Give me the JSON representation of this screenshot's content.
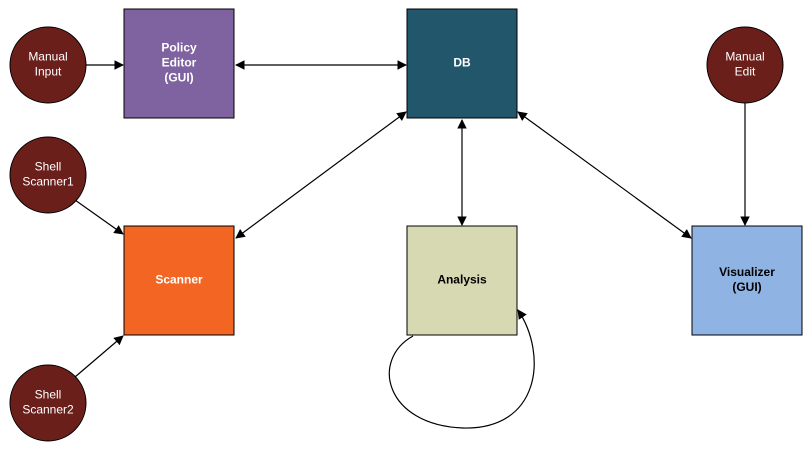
{
  "nodes": {
    "manual_input": {
      "lines": [
        "Manual",
        "Input"
      ],
      "color": "#6b1f1b"
    },
    "policy_editor": {
      "lines": [
        "Policy",
        "Editor",
        "(GUI)"
      ],
      "color": "#7f63a1",
      "text_color": "#ffffff"
    },
    "db": {
      "lines": [
        "DB"
      ],
      "color": "#21566b",
      "text_color": "#ffffff"
    },
    "manual_edit": {
      "lines": [
        "Manual",
        "Edit"
      ],
      "color": "#6b1f1b"
    },
    "shell_scanner1": {
      "lines": [
        "Shell",
        "Scanner1"
      ],
      "color": "#6b1f1b"
    },
    "scanner": {
      "lines": [
        "Scanner"
      ],
      "color": "#f26522",
      "text_color": "#ffffff"
    },
    "analysis": {
      "lines": [
        "Analysis"
      ],
      "color": "#d6d9b2",
      "text_color": "#000000"
    },
    "visualizer": {
      "lines": [
        "Visualizer",
        "(GUI)"
      ],
      "color": "#8fb3e3",
      "text_color": "#000000"
    },
    "shell_scanner2": {
      "lines": [
        "Shell",
        "Scanner2"
      ],
      "color": "#6b1f1b"
    }
  },
  "edges": [
    {
      "from": "manual_input",
      "to": "policy_editor",
      "direction": "forward"
    },
    {
      "from": "policy_editor",
      "to": "db",
      "direction": "both"
    },
    {
      "from": "db",
      "to": "scanner",
      "direction": "both"
    },
    {
      "from": "db",
      "to": "analysis",
      "direction": "both"
    },
    {
      "from": "db",
      "to": "visualizer",
      "direction": "both"
    },
    {
      "from": "manual_edit",
      "to": "visualizer",
      "direction": "forward"
    },
    {
      "from": "shell_scanner1",
      "to": "scanner",
      "direction": "forward"
    },
    {
      "from": "shell_scanner2",
      "to": "scanner",
      "direction": "forward"
    },
    {
      "from": "analysis",
      "to": "analysis",
      "direction": "self-loop"
    }
  ]
}
